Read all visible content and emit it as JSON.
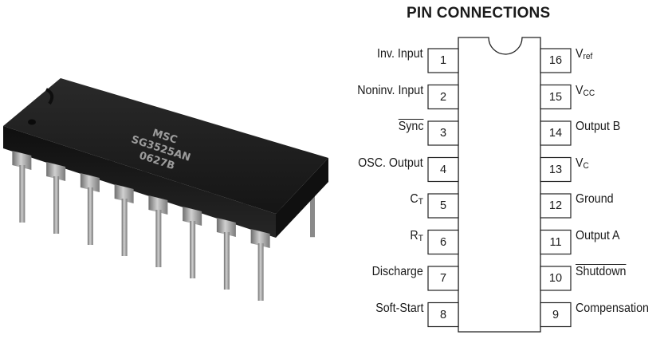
{
  "title": "PIN CONNECTIONS",
  "chip_marking": {
    "line1": "MSC",
    "line2": "SG3525AN",
    "line3": "0627B"
  },
  "pins_left": [
    {
      "number": "1",
      "label": "Inv. Input",
      "sub": "",
      "overline": false
    },
    {
      "number": "2",
      "label": "Noninv. Input",
      "sub": "",
      "overline": false
    },
    {
      "number": "3",
      "label": "Sync",
      "sub": "",
      "overline": true
    },
    {
      "number": "4",
      "label": "OSC. Output",
      "sub": "",
      "overline": false
    },
    {
      "number": "5",
      "label": "C",
      "sub": "T",
      "overline": false
    },
    {
      "number": "6",
      "label": "R",
      "sub": "T",
      "overline": false
    },
    {
      "number": "7",
      "label": "Discharge",
      "sub": "",
      "overline": false
    },
    {
      "number": "8",
      "label": "Soft-Start",
      "sub": "",
      "overline": false
    }
  ],
  "pins_right": [
    {
      "number": "16",
      "label": "V",
      "sub": "ref",
      "overline": false
    },
    {
      "number": "15",
      "label": "V",
      "sub": "CC",
      "overline": false
    },
    {
      "number": "14",
      "label": "Output B",
      "sub": "",
      "overline": false
    },
    {
      "number": "13",
      "label": "V",
      "sub": "C",
      "overline": false
    },
    {
      "number": "12",
      "label": "Ground",
      "sub": "",
      "overline": false
    },
    {
      "number": "11",
      "label": "Output A",
      "sub": "",
      "overline": false
    },
    {
      "number": "10",
      "label": "Shutdown",
      "sub": "",
      "overline": true
    },
    {
      "number": "9",
      "label": "Compensation",
      "sub": "",
      "overline": false
    }
  ],
  "colors": {
    "chip_body": "#1c1c1c",
    "pin_metal": "#9a9a9a",
    "line": "#222222"
  }
}
